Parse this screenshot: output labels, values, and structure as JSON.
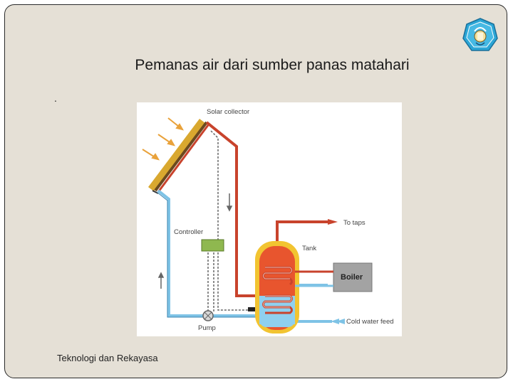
{
  "slide": {
    "title": "Pemanas air dari sumber panas matahari",
    "bullet": ".",
    "footer": "Teknologi dan Rekayasa"
  },
  "logo": {
    "icon": "tut-wuri-handayani-emblem-icon",
    "color": "#2ba6d6"
  },
  "diagram": {
    "labels": {
      "solar_collector": "Solar collector",
      "controller": "Controller",
      "tank": "Tank",
      "to_taps": "To taps",
      "boiler": "Boiler",
      "cold_water_feed": "Cold water feed",
      "pump": "Pump"
    },
    "colors": {
      "hot_pipe": "#c8432c",
      "cold_pipe": "#7ec3e6",
      "tank_shell": "#f2c431",
      "tank_hot": "#e8552e",
      "tank_cold": "#8fd0ef",
      "boiler": "#a3a3a3",
      "controller": "#8fb84f",
      "collector": "#d9a82f"
    }
  }
}
